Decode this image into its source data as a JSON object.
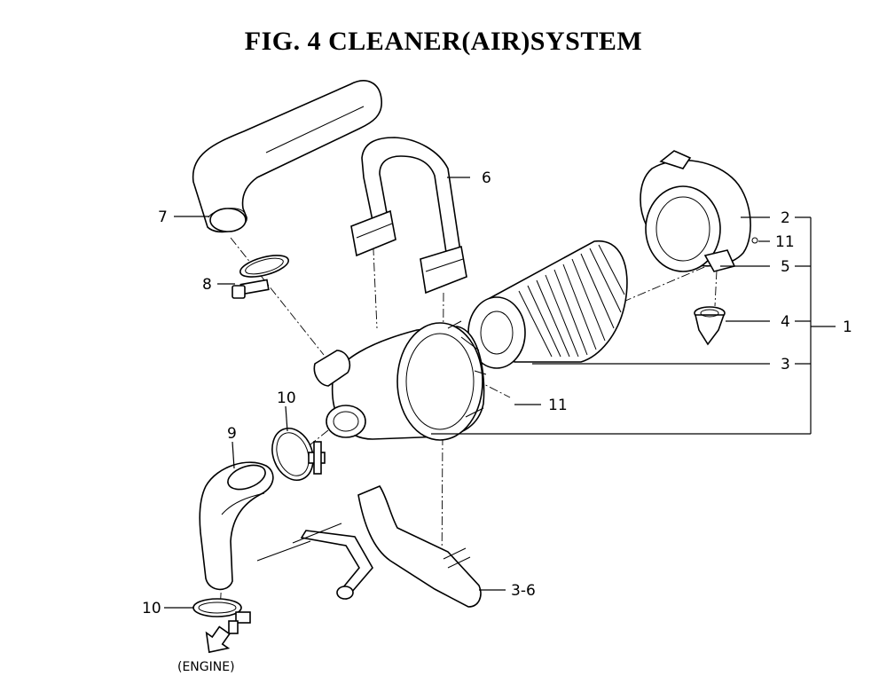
{
  "title": "FIG. 4 CLEANER(AIR)SYSTEM",
  "callouts": {
    "c1": "1",
    "c2": "2",
    "c3": "3",
    "c4": "4",
    "c5": "5",
    "c6": "6",
    "c7": "7",
    "c8": "8",
    "c9": "9",
    "c10a": "10",
    "c10b": "10",
    "c11a": "11",
    "c11b": "11",
    "c36": "3-6"
  },
  "engine_label": "(ENGINE)"
}
